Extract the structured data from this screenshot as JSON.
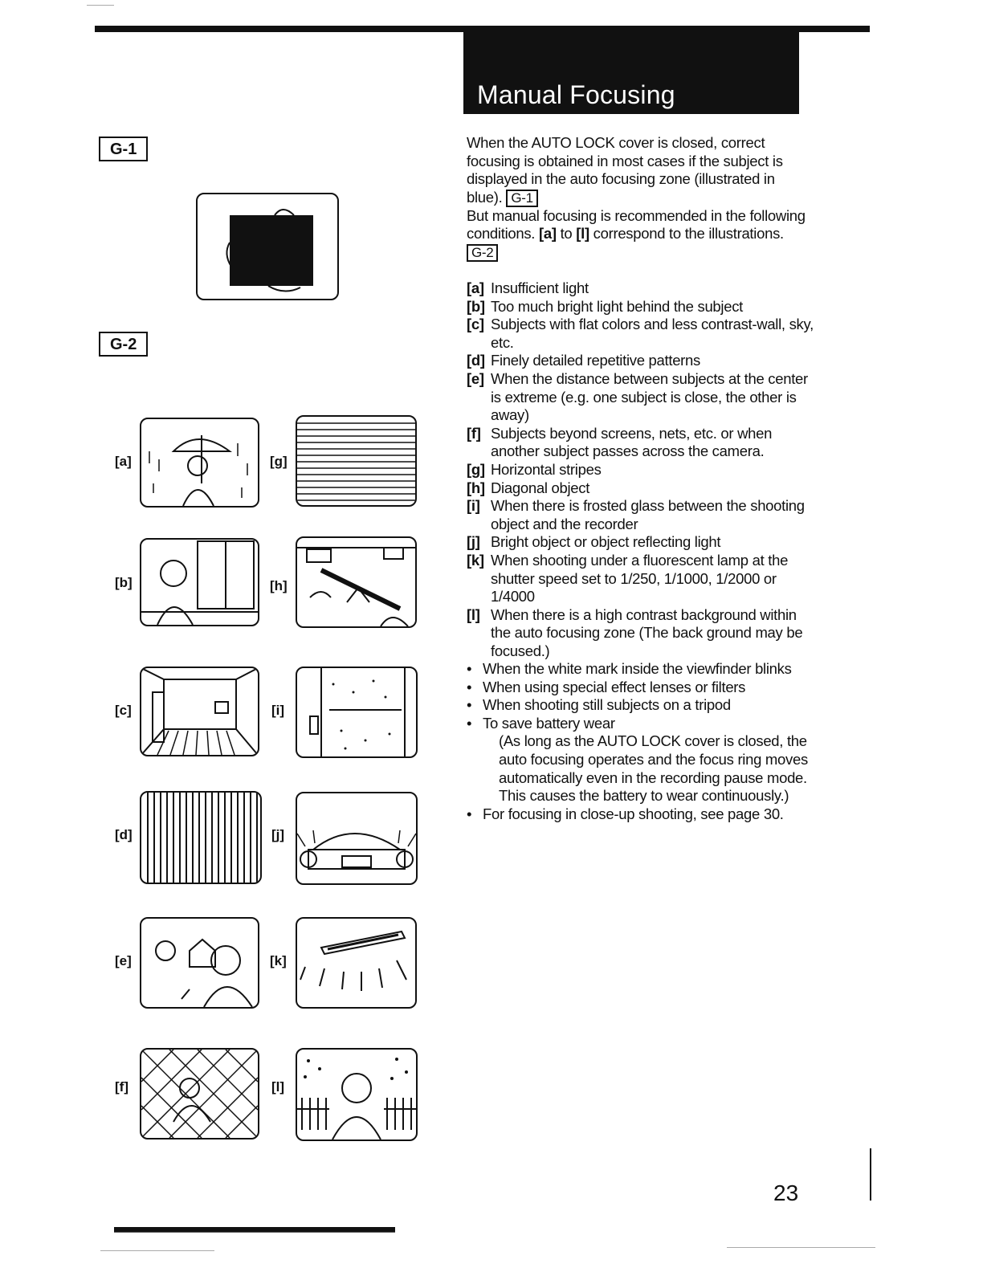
{
  "header": {
    "title": "Manual Focusing"
  },
  "figures": {
    "g1_label": "G-1",
    "g2_label": "G-2"
  },
  "intro": {
    "line1": "When the AUTO LOCK cover is closed, correct focusing is obtained in most cases if the subject is displayed in the auto focusing zone (illustrated in blue).",
    "ref1": "G-1",
    "line2_a": "But manual focusing is recommended in the following conditions.",
    "line2_b": "[a]",
    "line2_c": "to",
    "line2_d": "[l]",
    "line2_e": "correspond to the illustrations.",
    "ref2": "G-2"
  },
  "conditions": [
    {
      "key": "[a]",
      "text": "Insufficient light"
    },
    {
      "key": "[b]",
      "text": "Too much bright light behind the subject"
    },
    {
      "key": "[c]",
      "text": "Subjects with flat colors and less contrast-wall, sky, etc."
    },
    {
      "key": "[d]",
      "text": "Finely detailed repetitive patterns"
    },
    {
      "key": "[e]",
      "text": "When the distance between subjects at the center is extreme (e.g. one subject is close, the other is away)"
    },
    {
      "key": "[f]",
      "text": "Subjects beyond screens, nets, etc. or when another subject passes across the camera."
    },
    {
      "key": "[g]",
      "text": "Horizontal stripes"
    },
    {
      "key": "[h]",
      "text": "Diagonal object"
    },
    {
      "key": "[i]",
      "text": "When there is frosted glass between the shooting object and the recorder"
    },
    {
      "key": "[j]",
      "text": "Bright object or object reflecting light"
    },
    {
      "key": "[k]",
      "text": "When shooting under a fluorescent lamp at the shutter speed set to 1/250, 1/1000, 1/2000 or 1/4000"
    },
    {
      "key": "[l]",
      "text": "When there is a high contrast background within the auto focusing zone (The back ground may be focused.)"
    }
  ],
  "bullets": [
    {
      "text": "When the white mark inside the viewfinder blinks"
    },
    {
      "text": "When using special effect lenses or filters"
    },
    {
      "text": "When shooting still subjects on a tripod"
    },
    {
      "text": "To save battery wear",
      "note": "(As long as the AUTO LOCK cover is closed, the auto focusing operates and the focus ring moves automatically even in the recording pause mode. This causes the battery to wear continuously.)"
    },
    {
      "text": "For focusing in close-up shooting, see page 30."
    }
  ],
  "illustration_labels": {
    "a": "[a]",
    "b": "[b]",
    "c": "[c]",
    "d": "[d]",
    "e": "[e]",
    "f": "[f]",
    "g": "[g]",
    "h": "[h]",
    "i": "[i]",
    "j": "[j]",
    "k": "[k]",
    "l": "[l]"
  },
  "page_number": "23"
}
